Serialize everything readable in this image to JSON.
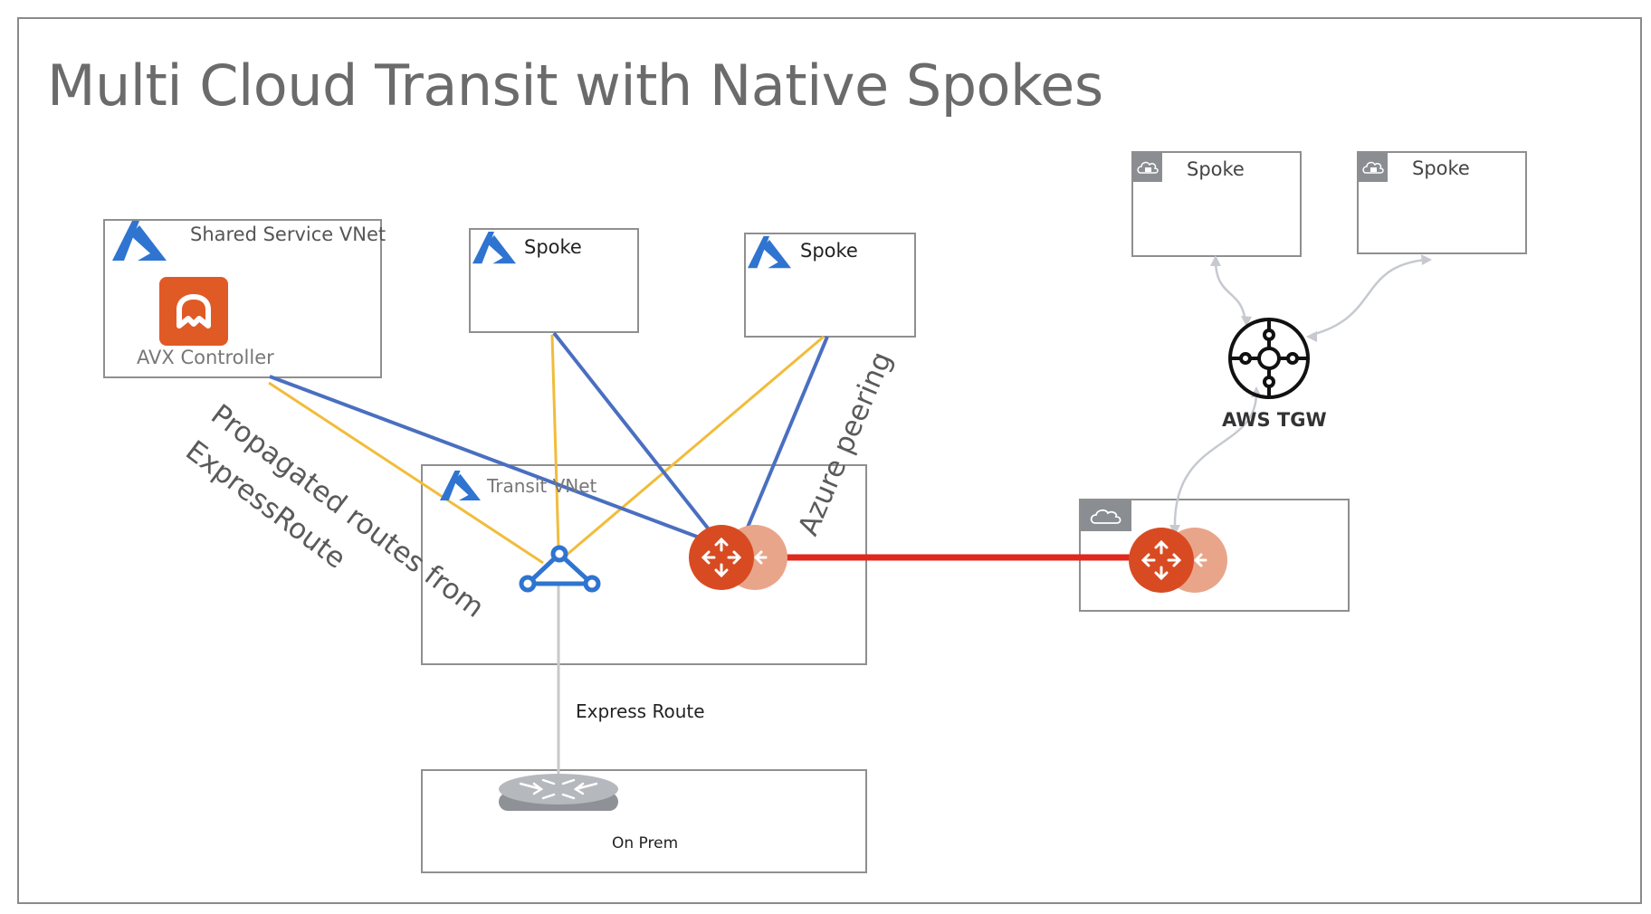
{
  "title": "Multi Cloud Transit with Native Spokes",
  "boxes": {
    "shared_service": "Shared Service VNet",
    "avx_controller": "AVX Controller",
    "azure_spoke_1": "Spoke",
    "azure_spoke_2": "Spoke",
    "transit_vnet": "Transit VNet",
    "aws_spoke_1": "Spoke",
    "aws_spoke_2": "Spoke",
    "on_prem": "On Prem"
  },
  "labels": {
    "aws_tgw": "AWS TGW",
    "express_route": "Express Route",
    "azure_peering": "Azure peering",
    "propagated_line1": "Propagated routes from",
    "propagated_line2": "ExpressRoute"
  },
  "colors": {
    "blue_line": "#4a6fc1",
    "yellow_line": "#f2bc3a",
    "red_link": "#e0281c",
    "gateway_primary": "#d84b22",
    "gateway_secondary": "#e9a58a",
    "azure_blue": "#2f74d0",
    "gray_connector": "#c6c9cf"
  },
  "icons": [
    "azure-logo-icon",
    "avx-controller-icon",
    "cloud-lock-icon",
    "cloud-icon",
    "gateway-router-icon",
    "expressroute-gateway-icon",
    "transit-gateway-hub-icon",
    "onprem-router-icon"
  ]
}
